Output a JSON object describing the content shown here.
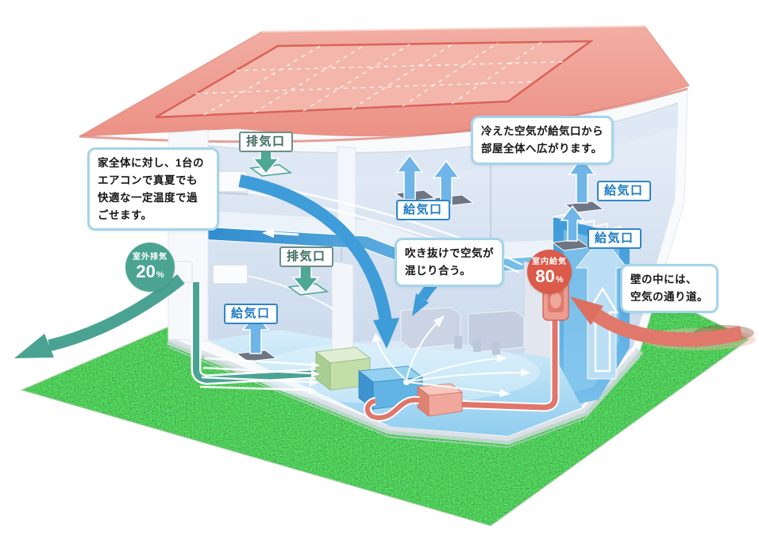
{
  "diagram": {
    "callouts": {
      "whole_house": {
        "text": "家全体に対し、1台の\nエアコンで真夏でも\n快適な一定温度で過\nごせます。"
      },
      "cooled_air": {
        "text": "冷えた空気が給気口から\n部屋全体へ広がります。"
      },
      "atrium": {
        "text": "吹き抜けで空気が\n混じり合う。"
      },
      "wall_path": {
        "text": "壁の中には、\n空気の通り道。"
      }
    },
    "badges": {
      "outdoor_exhaust": {
        "label": "室外排気",
        "value": "20",
        "unit": "%"
      },
      "indoor_supply": {
        "label": "室内給気",
        "value": "80",
        "unit": "%"
      }
    },
    "vent_labels": {
      "exhaust_roof": "排気口",
      "exhaust_2f": "排気口",
      "supply_2f": "給気口",
      "supply_right_upper": "給気口",
      "supply_right_lower": "給気口",
      "supply_1f": "給気口"
    },
    "colors": {
      "supply_blue": "#2F86C8",
      "exhaust_teal": "#4AA392",
      "intake_red": "#DC5A49",
      "roof_red": "#EE9C92",
      "grass_green": "#2E6B34"
    }
  }
}
